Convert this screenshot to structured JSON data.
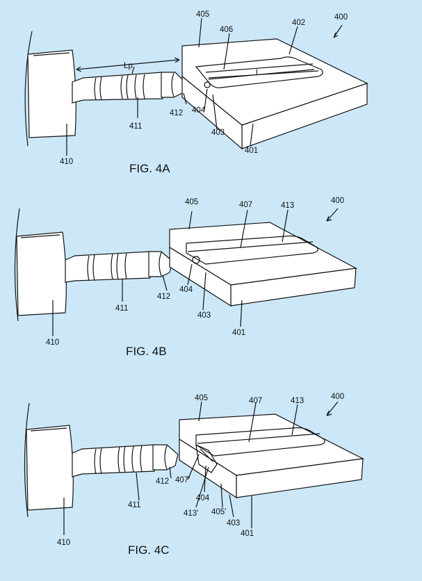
{
  "background": "#cce8f8",
  "figures": [
    {
      "caption": "FIG. 4A",
      "labels": {
        "ref_400": "400",
        "ref_405": "405",
        "ref_406": "406",
        "ref_402": "402",
        "ref_lp": "Lp",
        "ref_l": "L",
        "ref_412": "412",
        "ref_404": "404",
        "ref_403": "403",
        "ref_411": "411",
        "ref_410": "410",
        "ref_401": "401"
      }
    },
    {
      "caption": "FIG. 4B",
      "labels": {
        "ref_400": "400",
        "ref_405": "405",
        "ref_407": "407",
        "ref_413": "413",
        "ref_404": "404",
        "ref_412": "412",
        "ref_411": "411",
        "ref_403": "403",
        "ref_401": "401",
        "ref_410": "410"
      }
    },
    {
      "caption": "FIG. 4C",
      "labels": {
        "ref_400": "400",
        "ref_405": "405",
        "ref_407": "407",
        "ref_413": "413",
        "ref_412": "412",
        "ref_407p": "407'",
        "ref_404": "404",
        "ref_411": "411",
        "ref_413p": "413'",
        "ref_405p": "405'",
        "ref_403": "403",
        "ref_401": "401",
        "ref_410": "410"
      }
    }
  ]
}
